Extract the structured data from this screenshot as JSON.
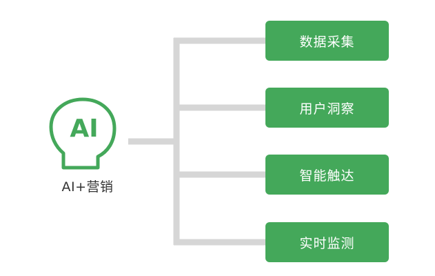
{
  "center": {
    "icon_text": "AI",
    "label": "AI+营销",
    "icon": "head-ai-icon"
  },
  "branches": [
    {
      "label": "数据采集"
    },
    {
      "label": "用户洞察"
    },
    {
      "label": "智能触达"
    },
    {
      "label": "实时监测"
    }
  ],
  "colors": {
    "accent": "#44a85a",
    "line": "#d6d6d6",
    "label_text": "#333333",
    "box_text": "#ffffff"
  }
}
